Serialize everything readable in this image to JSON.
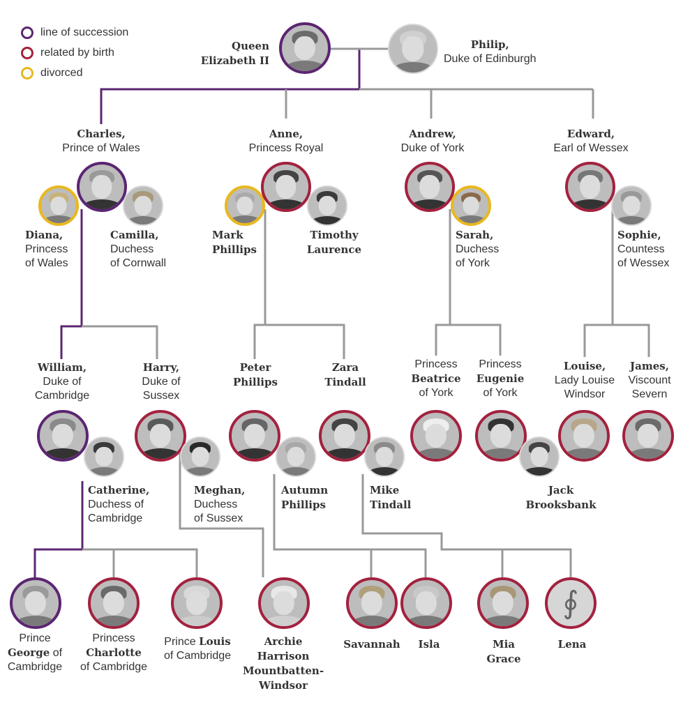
{
  "legend": [
    {
      "label": "line of succession",
      "color": "#5b2572"
    },
    {
      "label": "related by birth",
      "color": "#a3213e"
    },
    {
      "label": "divorced",
      "color": "#e8b81f"
    }
  ],
  "people": {
    "elizabeth": {
      "bold": "Queen Elizabeth II"
    },
    "philip": {
      "bold": "Philip,",
      "rest": "Duke of Edinburgh"
    },
    "charles": {
      "bold": "Charles,",
      "rest": "Prince of Wales"
    },
    "anne": {
      "bold": "Anne,",
      "rest": "Princess Royal"
    },
    "andrew": {
      "bold": "Andrew,",
      "rest": "Duke of York"
    },
    "edward": {
      "bold": "Edward,",
      "rest": "Earl of Wessex"
    },
    "diana": {
      "bold": "Diana,",
      "rest1": "Princess",
      "rest2": "of Wales"
    },
    "camilla": {
      "bold": "Camilla,",
      "rest1": "Duchess",
      "rest2": "of Cornwall"
    },
    "mark": {
      "bold1": "Mark",
      "bold2": "Phillips"
    },
    "timothy": {
      "bold1": "Timothy",
      "bold2": "Laurence"
    },
    "sarah": {
      "bold": "Sarah,",
      "rest1": "Duchess",
      "rest2": "of York"
    },
    "sophie": {
      "bold": "Sophie,",
      "rest1": "Countess",
      "rest2": "of Wessex"
    },
    "william": {
      "bold": "William,",
      "rest1": "Duke of",
      "rest2": "Cambridge"
    },
    "harry": {
      "bold": "Harry,",
      "rest1": "Duke of",
      "rest2": "Sussex"
    },
    "peter": {
      "bold1": "Peter",
      "bold2": "Phillips"
    },
    "zara": {
      "bold1": "Zara",
      "bold2": "Tindall"
    },
    "beatrice": {
      "rest1": "Princess",
      "bold": "Beatrice",
      "rest2": "of York"
    },
    "eugenie": {
      "rest1": "Princess",
      "bold": "Eugenie",
      "rest2": "of York"
    },
    "louise": {
      "bold": "Louise,",
      "rest1": "Lady Louise",
      "rest2": "Windsor"
    },
    "james": {
      "bold": "James,",
      "rest1": "Viscount",
      "rest2": "Severn"
    },
    "catherine": {
      "bold": "Catherine,",
      "rest1": "Duchess of",
      "rest2": "Cambridge"
    },
    "meghan": {
      "bold": "Meghan,",
      "rest1": "Duchess",
      "rest2": "of Sussex"
    },
    "autumn": {
      "bold1": "Autumn",
      "bold2": "Phillips"
    },
    "mike": {
      "bold1": "Mike",
      "bold2": "Tindall"
    },
    "jack": {
      "bold1": "Jack",
      "bold2": "Brooksbank"
    },
    "george": {
      "rest1": "Prince",
      "bold": "George",
      "rest2": "of",
      "rest3": "Cambridge"
    },
    "charlotte": {
      "rest1": "Princess",
      "bold": "Charlotte",
      "rest2": "of Cambridge"
    },
    "louis": {
      "rest1": "Prince",
      "bold": "Louis",
      "rest2": "of Cambridge"
    },
    "archie": {
      "bold1": "Archie",
      "bold2": "Harrison",
      "bold3": "Mountbatten-",
      "bold4": "Windsor"
    },
    "savannah": {
      "bold1": "Savannah"
    },
    "isla": {
      "bold1": "Isla"
    },
    "mia": {
      "bold1": "Mia",
      "bold2": "Grace"
    },
    "lena": {
      "bold1": "Lena"
    }
  }
}
